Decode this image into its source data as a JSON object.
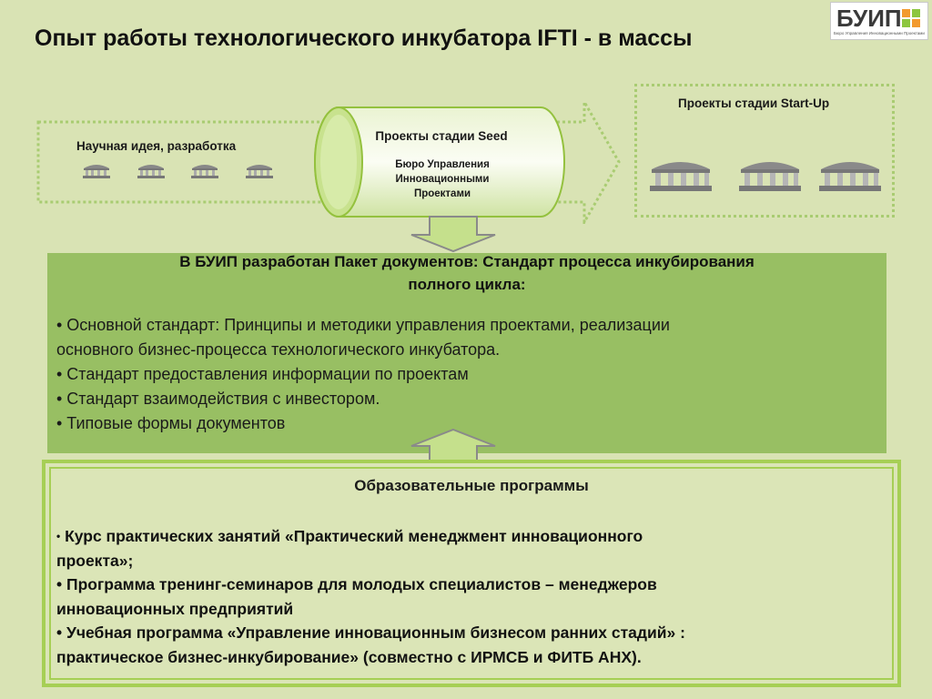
{
  "title": "Опыт работы технологического инкубатора IFTI - в массы",
  "logo": {
    "text": "БУИП",
    "subtitle": "Бюро Управления Инновационными Проектами"
  },
  "stages": {
    "idea_label": "Научная идея, разработка",
    "seed_label": "Проекты стадии Seed",
    "seed_body": [
      "Бюро Управления",
      "Инновационными",
      "Проектами"
    ],
    "startup_label": "Проекты стадии Start-Up"
  },
  "colors": {
    "background": "#d9e3b4",
    "panel": "#98bf63",
    "accent": "#a6cf55"
  },
  "standard": {
    "heading_line1": "В БУИП разработан Пакет документов: Стандарт процесса инкубирования",
    "heading_line2": "полного цикла:",
    "items": [
      "•  Основной стандарт: Принципы и методики управления проектами, реализации",
      "основного бизнес-процесса технологического инкубатора.",
      "•  Стандарт предоставления информации по проектам",
      "•  Стандарт взаимодействия с инвестором.",
      "• Типовые формы документов"
    ]
  },
  "education": {
    "title": "Образовательные программы",
    "items": [
      {
        "bullet": "•",
        "line1": "  Курс практических занятий «Практический менеджмент инновационного",
        "line2": "проекта»;"
      },
      {
        "bullet": "•",
        "line1": "  Программа тренинг-семинаров для молодых специалистов – менеджеров",
        "line2": "инновационных предприятий"
      },
      {
        "bullet": "•",
        "line1": " Учебная программа «Управление инновационным бизнесом ранних стадий» :",
        "line2": "практическое бизнес-инкубирование» (совместно с ИРМСБ и ФИТБ АНХ)."
      }
    ]
  }
}
